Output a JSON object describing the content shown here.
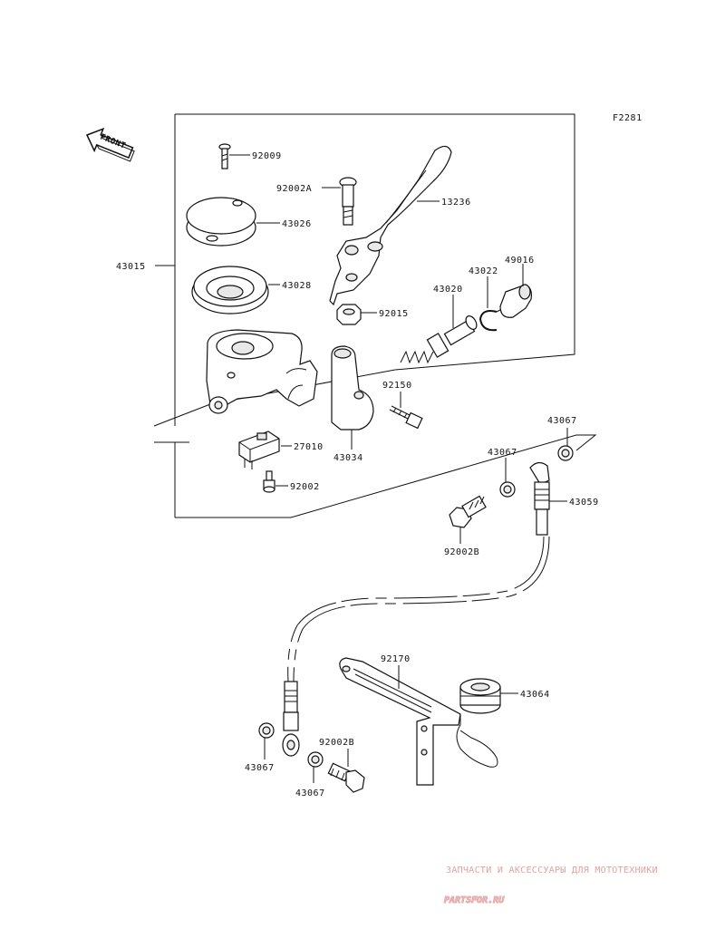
{
  "figure_code": "F2281",
  "front_label": "FRONT",
  "assembly_label": "43015",
  "parts": [
    {
      "id": "p-92009",
      "label": "92009"
    },
    {
      "id": "p-43026",
      "label": "43026"
    },
    {
      "id": "p-43028",
      "label": "43028"
    },
    {
      "id": "p-92002A",
      "label": "92002A"
    },
    {
      "id": "p-13236",
      "label": "13236"
    },
    {
      "id": "p-49016",
      "label": "49016"
    },
    {
      "id": "p-43022",
      "label": "43022"
    },
    {
      "id": "p-43020",
      "label": "43020"
    },
    {
      "id": "p-92015",
      "label": "92015"
    },
    {
      "id": "p-92150",
      "label": "92150"
    },
    {
      "id": "p-43034",
      "label": "43034"
    },
    {
      "id": "p-27010",
      "label": "27010"
    },
    {
      "id": "p-92002",
      "label": "92002"
    },
    {
      "id": "p-43067-a",
      "label": "43067"
    },
    {
      "id": "p-43067-b",
      "label": "43067"
    },
    {
      "id": "p-43059",
      "label": "43059"
    },
    {
      "id": "p-92002B-a",
      "label": "92002B"
    },
    {
      "id": "p-92170",
      "label": "92170"
    },
    {
      "id": "p-43064",
      "label": "43064"
    },
    {
      "id": "p-92002B-b",
      "label": "92002B"
    },
    {
      "id": "p-43067-c",
      "label": "43067"
    },
    {
      "id": "p-43067-d",
      "label": "43067"
    }
  ],
  "watermark": {
    "tagline": "ЗАПЧАСТИ И АКСЕССУАРЫ ДЛЯ МОТОТЕХНИКИ",
    "brand": "PARTSFOR.RU"
  }
}
